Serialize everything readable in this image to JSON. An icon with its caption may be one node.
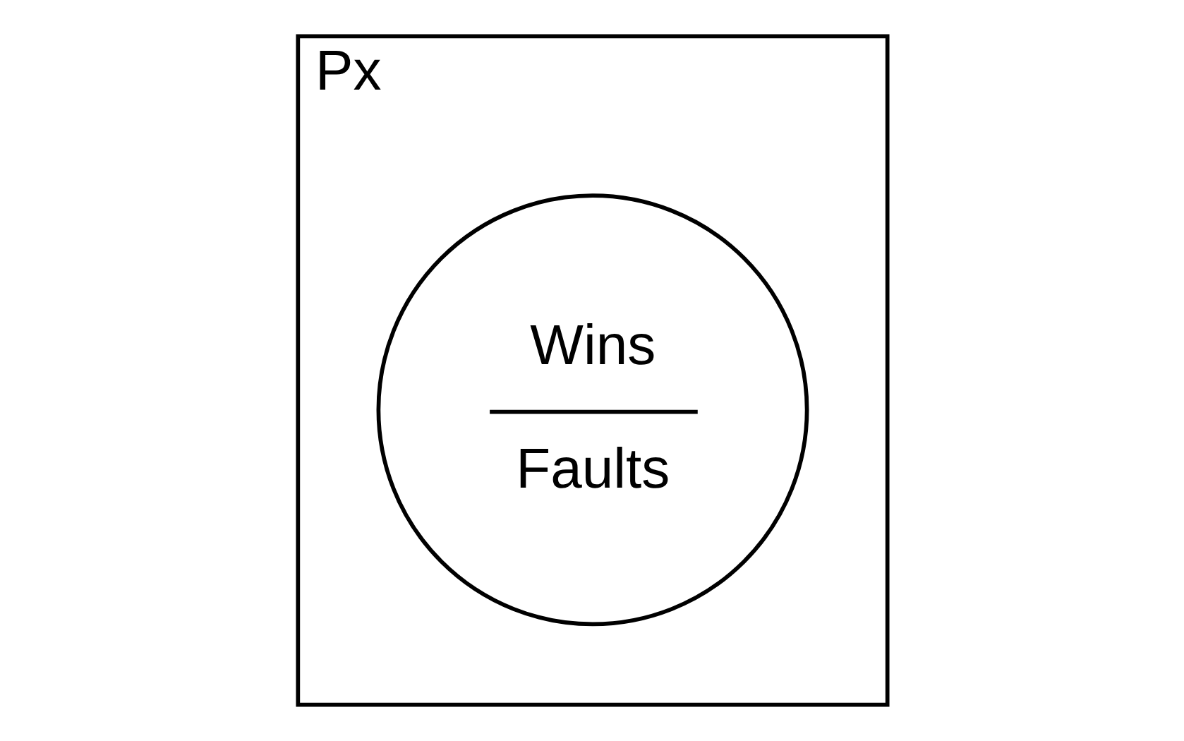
{
  "diagram": {
    "nodes": [
      {
        "text": [
          "Px"
        ]
      },
      {
        "text": [
          "Wins",
          "Faults"
        ],
        "in": 0
      }
    ]
  }
}
